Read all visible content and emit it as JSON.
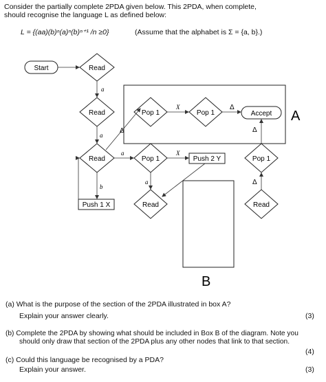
{
  "intro": {
    "line1": "Consider the partially complete 2PDA given below.  This 2PDA, when complete,",
    "line2": "should recognise the language L  as defined below:"
  },
  "language": {
    "definition": "L = {(aa)(b)ⁿ(a)ⁿ(b)ⁿ⁺¹ /n ≥0}",
    "alphabet_note": "(Assume that the alphabet is Σ = {a, b}.)"
  },
  "diagram": {
    "start": "Start",
    "read_1": "Read",
    "read_2": "Read",
    "read_3": "Read",
    "read_4": "Read",
    "read_5": "Read",
    "pop_1": "Pop 1",
    "pop_2": "Pop 1",
    "pop_3": "Pop 1",
    "pop_4": "Pop 1",
    "accept": "Accept",
    "push_1x": "Push 1 X",
    "push_2y": "Push 2 Y",
    "box_a_label": "A",
    "box_b_label": "B",
    "edge_a_1": "a",
    "edge_a_2": "a",
    "edge_a_3": "a",
    "edge_a_4": "a",
    "edge_b": "b",
    "edge_x_1": "X",
    "edge_x_2": "X",
    "edge_delta_1": "Δ",
    "edge_delta_2": "Δ",
    "edge_delta_3": "Δ",
    "edge_delta_4": "Δ"
  },
  "questions": [
    {
      "text": "(a)  What is the purpose of the section of the 2PDA illustrated in box A?",
      "sub": "Explain your answer clearly.",
      "marks": "(3)"
    },
    {
      "text": "(b)  Complete the 2PDA by showing what should be included in Box B of the diagram. Note you",
      "sub": "should only draw that section of the 2PDA plus any other nodes that link to that section.",
      "marks": "(4)"
    },
    {
      "text": "(c)  Could this language be recognised by a PDA?",
      "sub": "Explain your answer.",
      "marks": "(3)"
    }
  ]
}
